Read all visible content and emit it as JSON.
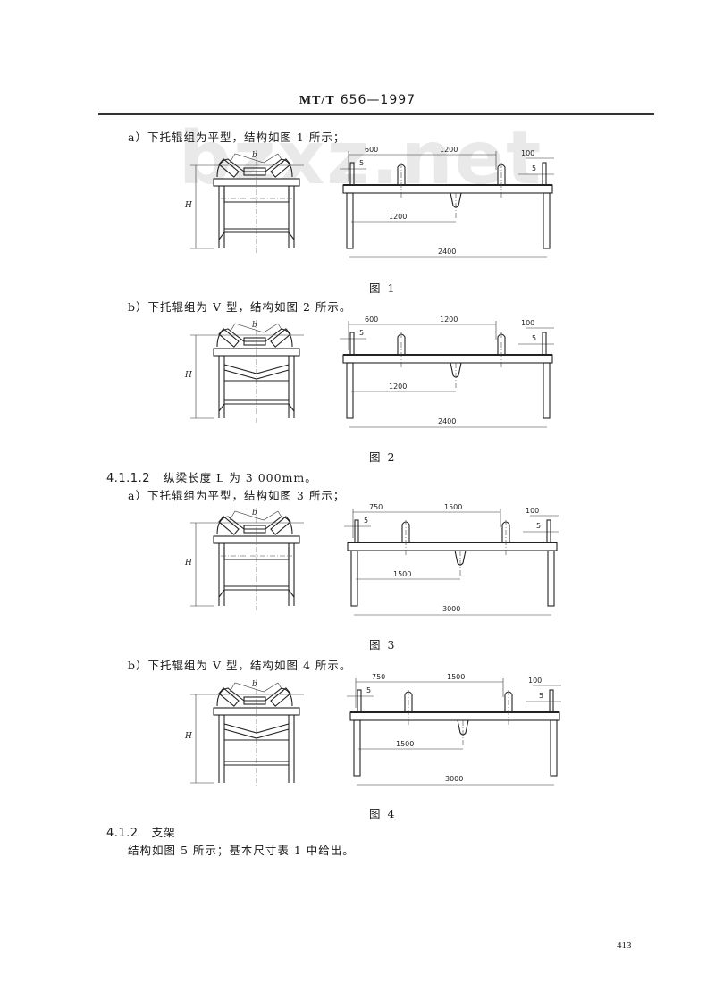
{
  "header": {
    "standard": "MT/T",
    "number": "656—1997"
  },
  "watermark": "bzxz.net",
  "paragraphs": {
    "p1": "a）下托辊组为平型，结构如图 1 所示；",
    "p2": "b）下托辊组为 V 型，结构如图 2 所示。",
    "sec_4112_num": "4.1.1.2",
    "sec_4112_text": "纵梁长度 L 为 3 000mm。",
    "p3": "a）下托辊组为平型，结构如图 3 所示；",
    "p4": "b）下托辊组为 V 型，结构如图 4 所示。",
    "sec_412_num": "4.1.2",
    "sec_412_title": "支架",
    "p5": "结构如图 5 所示；基本尺寸表 1 中给出。"
  },
  "figures": [
    {
      "caption": "图 1",
      "end_view": {
        "width_label": "b",
        "height_label": "H",
        "return_idler": "flat"
      },
      "side_view": {
        "left_offset": "600",
        "idler_spacing": "1200",
        "end_offset": "100",
        "left_gap": "5",
        "right_gap": "5",
        "mid_distance": "1200",
        "overall": "2400"
      }
    },
    {
      "caption": "图 2",
      "end_view": {
        "width_label": "b",
        "height_label": "H",
        "return_idler": "V"
      },
      "side_view": {
        "left_offset": "600",
        "idler_spacing": "1200",
        "end_offset": "100",
        "left_gap": "5",
        "right_gap": "5",
        "mid_distance": "1200",
        "overall": "2400"
      }
    },
    {
      "caption": "图 3",
      "end_view": {
        "width_label": "b",
        "height_label": "H",
        "return_idler": "flat"
      },
      "side_view": {
        "left_offset": "750",
        "idler_spacing": "1500",
        "end_offset": "100",
        "left_gap": "5",
        "right_gap": "5",
        "mid_distance": "1500",
        "overall": "3000"
      }
    },
    {
      "caption": "图 4",
      "end_view": {
        "width_label": "b",
        "height_label": "H",
        "return_idler": "V"
      },
      "side_view": {
        "left_offset": "750",
        "idler_spacing": "1500",
        "end_offset": "100",
        "left_gap": "5",
        "right_gap": "5",
        "mid_distance": "1500",
        "overall": "3000"
      }
    }
  ],
  "page_number": "413"
}
